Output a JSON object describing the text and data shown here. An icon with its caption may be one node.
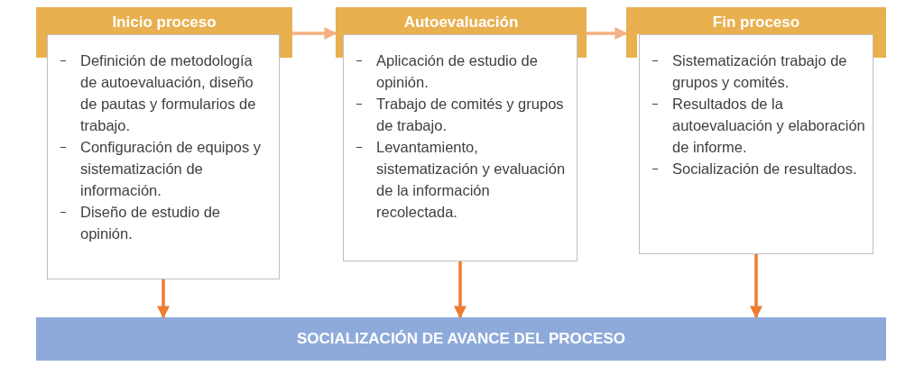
{
  "diagram": {
    "nodes": [
      {
        "text": [
          "Inicio proceso"
        ]
      },
      {
        "text": [
          "Definición de metodología de autoevaluación, diseño de pautas y formularios de trabajo.",
          "Configuración de equipos y sistematización de información.",
          "Diseño de estudio de opinión."
        ]
      },
      {
        "text": [
          "Autoevaluación"
        ]
      },
      {
        "text": [
          "Aplicación de estudio de opinión.",
          "Trabajo de comités y grupos de trabajo.",
          "Levantamiento, sistematización y evaluación de la información recolectada."
        ]
      },
      {
        "text": [
          "Fin proceso"
        ]
      },
      {
        "text": [
          "Sistematización trabajo de grupos y comités.",
          "Resultados de la autoevaluación y elaboración de informe.",
          "Socialización de resultados."
        ]
      },
      {
        "text": [
          "SOCIALIZACIÓN DE AVANCE DEL PROCESO"
        ]
      }
    ],
    "edges": [
      {
        "from": 0,
        "to": 2,
        "arrow": "to"
      },
      {
        "from": 2,
        "to": 4,
        "arrow": "to"
      },
      {
        "from": 1,
        "to": 6,
        "arrow": "to",
        "color": "#ed7d31"
      },
      {
        "from": 3,
        "to": 6,
        "arrow": "to",
        "color": "#ed7d31"
      },
      {
        "from": 5,
        "to": 6,
        "arrow": "to",
        "color": "#ed7d31"
      }
    ]
  }
}
